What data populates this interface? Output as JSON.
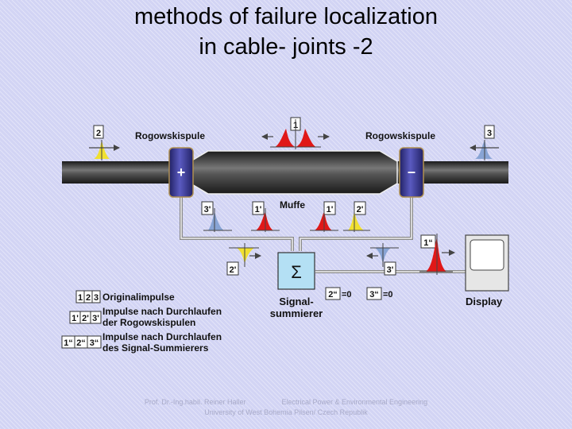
{
  "title": {
    "line1": "methods of failure localization",
    "line2": "in cable- joints -2"
  },
  "labels": {
    "coil_left": "Rogowskispule",
    "coil_right": "Rogowskispule",
    "joint": "Muffe",
    "summer_symbol": "Σ",
    "summer_line1": "Signal-",
    "summer_line2": "summierer",
    "display": "Display",
    "plus": "+",
    "minus": "–"
  },
  "pulse_markers": {
    "p1": "1",
    "p2": "2",
    "p3": "3",
    "p3_prime": "3'",
    "p1_prime_left": "1'",
    "p1_prime_right": "1'",
    "p2_prime_right": "2'",
    "p2_prime_low": "2'",
    "p3_prime_low": "3'",
    "p1_dbl": "1“",
    "p2_dbl": "2“",
    "p3_dbl": "3“",
    "zero": "=0"
  },
  "legend": {
    "row1_boxes": [
      "1",
      "2",
      "3"
    ],
    "row1_text": "Originalimpulse",
    "row2_boxes": [
      "1'",
      "2'",
      "3'"
    ],
    "row2_text_line1": "Impulse nach Durchlaufen",
    "row2_text_line2": "der Rogowskispulen",
    "row3_boxes": [
      "1“",
      "2“",
      "3“"
    ],
    "row3_text_line1": "Impulse nach Durchlaufen",
    "row3_text_line2": "des Signal-Summierers"
  },
  "colors": {
    "pulse_red": "#e01818",
    "pulse_yellow": "#f0e030",
    "pulse_blue": "#88a4d4",
    "coil": "#3c3c9c",
    "cable": "#2a2a2a",
    "summer": "#b4e0f4"
  },
  "footer": {
    "line1_left": "Prof. Dr.-Ing.habil. Reiner Haller",
    "line1_right": "Electrical Power & Environmental Engineering",
    "line2": "University of West Bohemia Pilsen/ Czech Republik"
  }
}
